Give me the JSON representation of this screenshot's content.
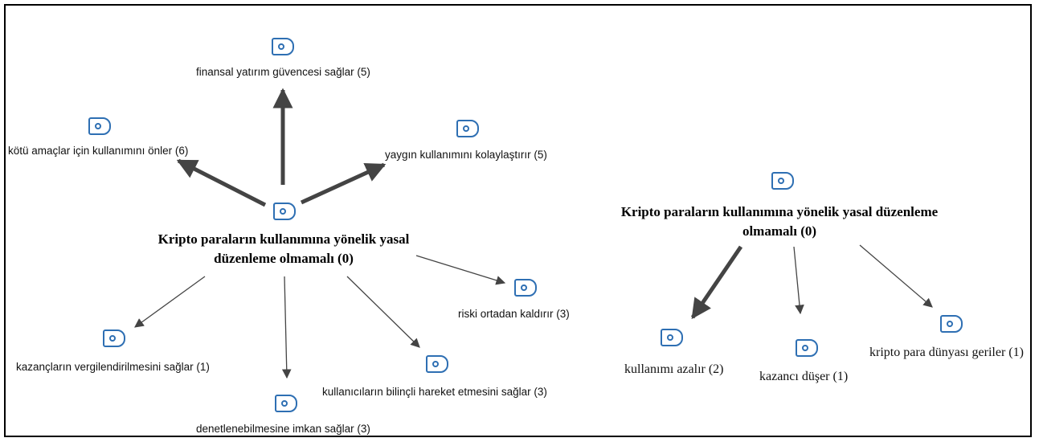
{
  "left_network": {
    "center_label": "Kripto paraların kullanımına yönelik yasal düzenleme olmamalı (0)",
    "nodes": [
      "finansal yatırım güvencesi sağlar (5)",
      "kötü amaçlar için kullanımını önler (6)",
      "yaygın kullanımını kolaylaştırır (5)",
      "riski ortadan kaldırır (3)",
      "kazançların vergilendirilmesini sağlar (1)",
      "kullanıcıların bilinçli hareket etmesini sağlar (3)",
      "denetlenebilmesine imkan sağlar (3)"
    ]
  },
  "right_network": {
    "center_label": "Kripto paraların kullanımına yönelik yasal düzenleme olmamalı (0)",
    "nodes": [
      "kullanımı azalır (2)",
      "kazancı düşer (1)",
      "kripto para dünyası geriler (1)"
    ]
  },
  "colors": {
    "icon": "#2e6fb3",
    "edge": "#444444"
  }
}
